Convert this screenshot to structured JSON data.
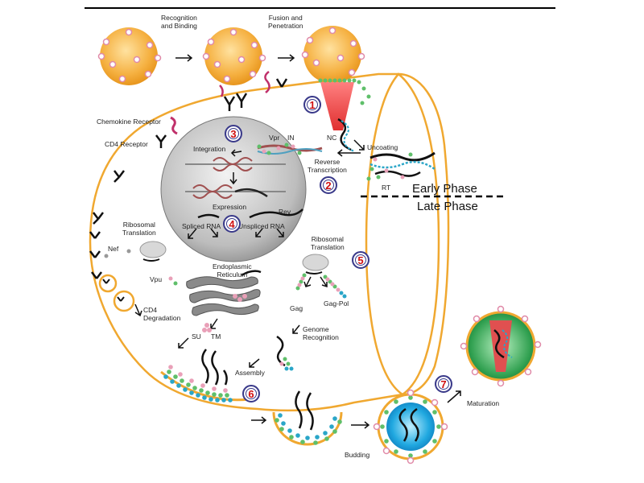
{
  "stages_top": {
    "recognition": "Recognition\nand Binding",
    "fusion": "Fusion and\nPenetration"
  },
  "labels": {
    "chemokine_receptor": "Chemokine Receptor",
    "cd4_receptor": "CD4 Receptor",
    "integration": "Integration",
    "vpr": "Vpr",
    "in": "IN",
    "nc": "NC",
    "uncoating": "Uncoating",
    "reverse_transcription": "Reverse\nTranscription",
    "rt": "RT",
    "expression": "Expression",
    "rev": "Rev",
    "spliced_rna": "Spliced RNA",
    "unspliced_rna": "Unspliced RNA",
    "ribosomal_translation_left": "Ribosomal\nTranslation",
    "nef": "Nef",
    "vpu": "Vpu",
    "endoplasmic_reticulum": "Endoplasmic\nReticulum",
    "cd4_degradation": "CD4\nDegradation",
    "su": "SU",
    "tm": "TM",
    "ribosomal_translation_right": "Ribosomal\nTranslation",
    "gag": "Gag",
    "gag_pol": "Gag-Pol",
    "genome_recognition": "Genome\nRecognition",
    "assembly": "Assembly",
    "budding": "Budding",
    "maturation": "Maturation"
  },
  "phases": {
    "early": "Early Phase",
    "late": "Late Phase"
  },
  "steps": [
    "1",
    "2",
    "3",
    "4",
    "5",
    "6",
    "7"
  ],
  "colors": {
    "membrane": "#f0a830",
    "virion": "#f5b040",
    "nucleus": "#c8c8c8",
    "step_ring": "#3a3a8a",
    "step_number": "#d01010",
    "green_bead": "#5fbf6a",
    "pink_bead": "#e9a0b8",
    "blue_core": "#1aa0d8",
    "mature_outer": "#30a050",
    "mature_core": "#e05050"
  }
}
